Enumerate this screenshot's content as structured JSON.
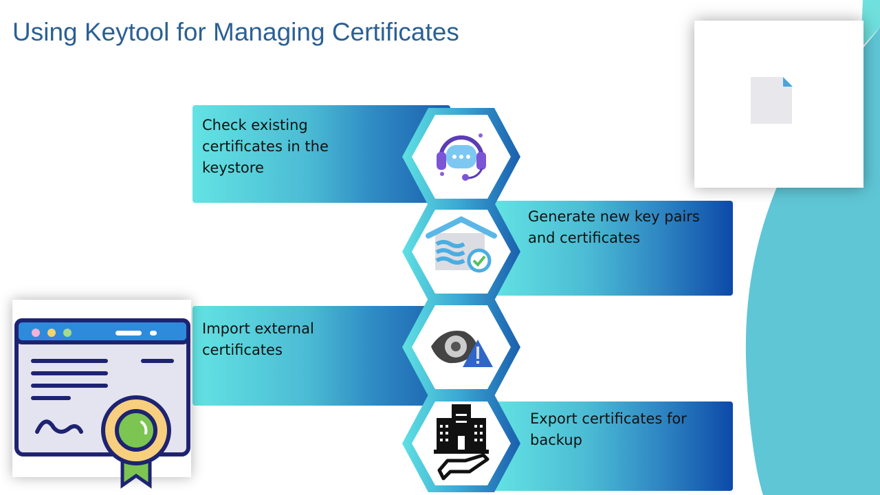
{
  "slide": {
    "title": "Using Keytool for Managing Certificates",
    "steps": [
      {
        "label": "Check existing certificates in the keystore",
        "lines": [
          "Check existing",
          "certificates in the",
          "keystore"
        ],
        "icon": "headset-chat-icon",
        "side": "left"
      },
      {
        "label": "Generate new key pairs and certificates",
        "lines": [
          "Generate new key pairs",
          "and certificates"
        ],
        "icon": "house-check-icon",
        "side": "right"
      },
      {
        "label": "Import external certificates",
        "lines": [
          "Import external",
          "certificates"
        ],
        "icon": "eye-warning-icon",
        "side": "left"
      },
      {
        "label": "Export certificates for backup",
        "lines": [
          "Export certificates for",
          "backup"
        ],
        "icon": "building-hand-icon",
        "side": "right"
      }
    ],
    "colors": {
      "title": "#2b6093",
      "panel_light": "#63e3e3",
      "panel_dark": "#0c4aa8",
      "wave": "#5fc6d6"
    }
  }
}
